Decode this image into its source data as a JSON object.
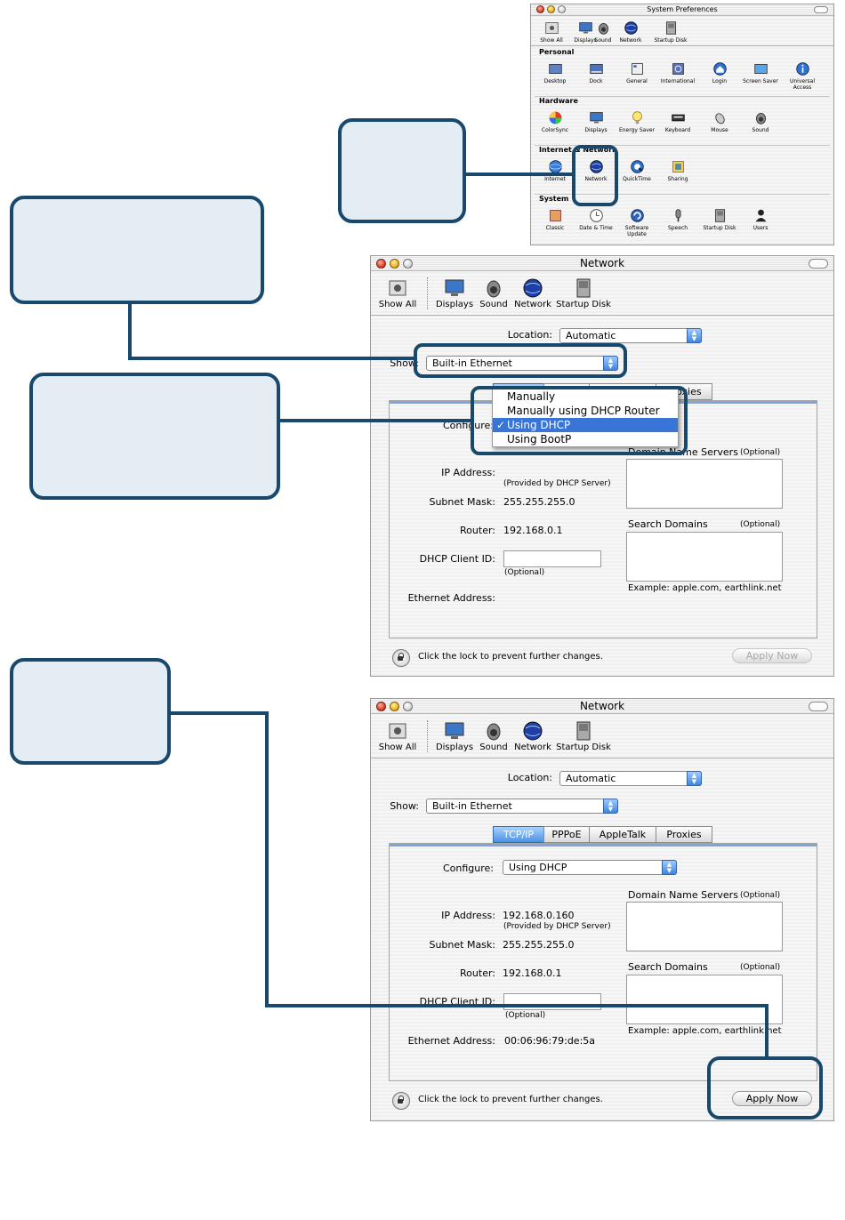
{
  "syspref": {
    "title": "System Preferences",
    "toolbar": [
      "Show All",
      "Displays",
      "Sound",
      "Network",
      "Startup Disk"
    ],
    "sections": [
      {
        "label": "Personal",
        "items": [
          "Desktop",
          "Dock",
          "General",
          "International",
          "Login",
          "Screen Saver",
          "Universal Access"
        ]
      },
      {
        "label": "Hardware",
        "items": [
          "ColorSync",
          "Displays",
          "Energy Saver",
          "Keyboard",
          "Mouse",
          "Sound"
        ]
      },
      {
        "label": "Internet & Network",
        "items": [
          "Internet",
          "Network",
          "QuickTime",
          "Sharing"
        ]
      },
      {
        "label": "System",
        "items": [
          "Classic",
          "Date & Time",
          "Software Update",
          "Speech",
          "Startup Disk",
          "Users"
        ]
      }
    ]
  },
  "net1": {
    "title": "Network",
    "toolbar": [
      "Show All",
      "Displays",
      "Sound",
      "Network",
      "Startup Disk"
    ],
    "location_label": "Location:",
    "location_value": "Automatic",
    "show_label": "Show:",
    "show_value": "Built-in Ethernet",
    "tabs": [
      "TCP/IP",
      "PPPoE",
      "AppleTalk",
      "Proxies"
    ],
    "configure_label": "Configure:",
    "menu": [
      "Manually",
      "Manually using DHCP Router",
      "Using DHCP",
      "Using BootP"
    ],
    "menu_selected": "Using DHCP",
    "dns_label": "Domain Name Servers",
    "optional": "(Optional)",
    "ip_label": "IP Address:",
    "ip_value": "",
    "provided": "(Provided by DHCP Server)",
    "subnet_label": "Subnet Mask:",
    "subnet_value": "255.255.255.0",
    "router_label": "Router:",
    "router_value": "192.168.0.1",
    "search_label": "Search Domains",
    "clientid_label": "DHCP Client ID:",
    "example": "Example: apple.com, earthlink.net",
    "ether_label": "Ethernet Address:",
    "ether_value": "",
    "lock_text": "Click the lock to prevent further changes.",
    "apply": "Apply Now"
  },
  "net2": {
    "title": "Network",
    "toolbar": [
      "Show All",
      "Displays",
      "Sound",
      "Network",
      "Startup Disk"
    ],
    "location_label": "Location:",
    "location_value": "Automatic",
    "show_label": "Show:",
    "show_value": "Built-in Ethernet",
    "tabs": [
      "TCP/IP",
      "PPPoE",
      "AppleTalk",
      "Proxies"
    ],
    "configure_label": "Configure:",
    "configure_value": "Using DHCP",
    "dns_label": "Domain Name Servers",
    "optional": "(Optional)",
    "ip_label": "IP Address:",
    "ip_value": "192.168.0.160",
    "provided": "(Provided by DHCP Server)",
    "subnet_label": "Subnet Mask:",
    "subnet_value": "255.255.255.0",
    "router_label": "Router:",
    "router_value": "192.168.0.1",
    "search_label": "Search Domains",
    "clientid_label": "DHCP Client ID:",
    "example": "Example: apple.com, earthlink.net",
    "ether_label": "Ethernet Address:",
    "ether_value": "00:06:96:79:de:5a",
    "lock_text": "Click the lock to prevent further changes.",
    "apply": "Apply Now"
  },
  "colors": {
    "callout_fill": "#e4ecf4",
    "callout_border": "#18496c",
    "selection": "#3875d7"
  }
}
